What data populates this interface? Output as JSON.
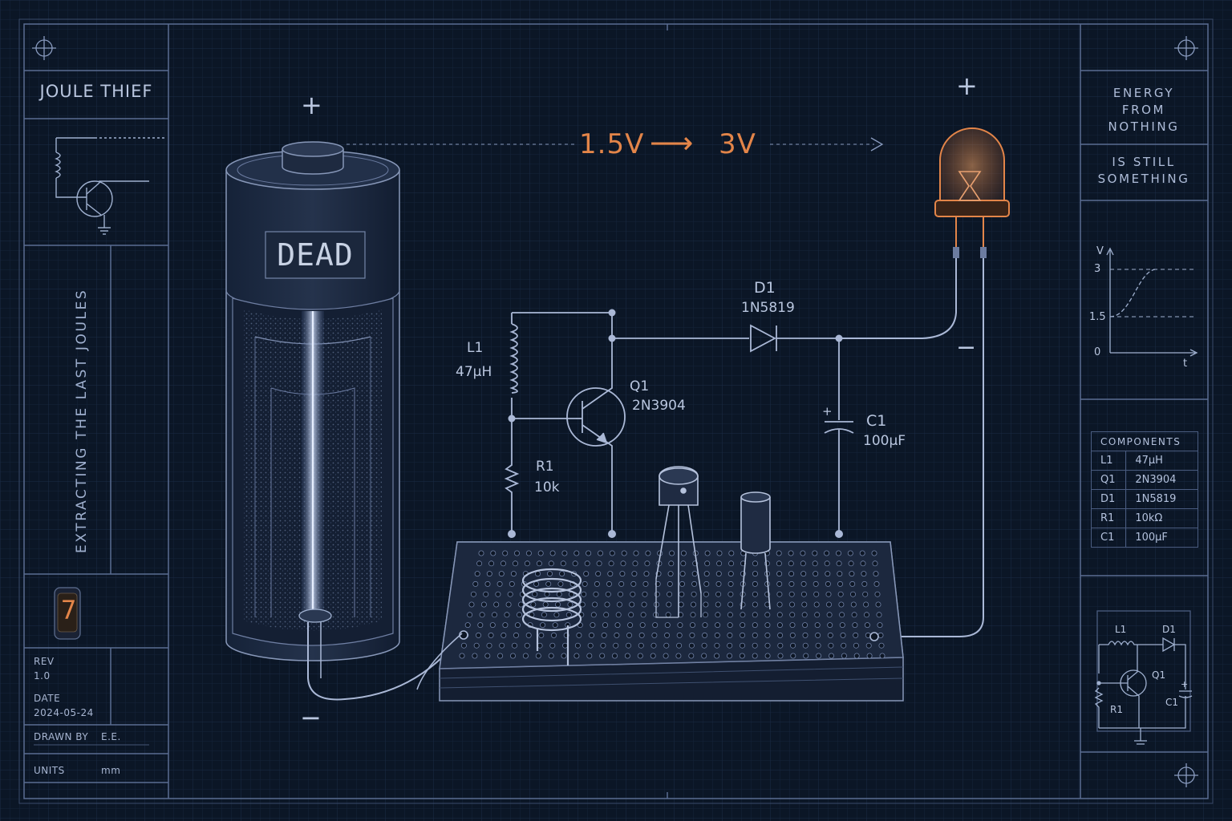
{
  "title_block": {
    "title": "JOULE THIEF",
    "subtitle_vertical": "EXTRACTING THE LAST JOULES",
    "rev_label": "REV",
    "rev_value": "1.0",
    "date_label": "DATE",
    "date_value": "2024-05-24",
    "drawn_by_label": "DRAWN BY",
    "drawn_by_value": "E.E.",
    "units_label": "UNITS",
    "units_value": "mm",
    "nixie_digit": "7"
  },
  "right_panel": {
    "tagline_1": "ENERGY\nFROM\nNOTHING",
    "tagline_2": "IS STILL\nSOMETHING",
    "graph": {
      "y_axis_label": "V",
      "x_axis_label": "t",
      "y_ticks": [
        "3",
        "1.5",
        "0"
      ]
    },
    "components_header": "COMPONENTS",
    "components": [
      {
        "ref": "L1",
        "value": "47µH"
      },
      {
        "ref": "Q1",
        "value": "2N3904"
      },
      {
        "ref": "D1",
        "value": "1N5819"
      },
      {
        "ref": "R1",
        "value": "10kΩ"
      },
      {
        "ref": "C1",
        "value": "100µF"
      }
    ],
    "mini_schematic": {
      "l1": "L1",
      "d1": "D1",
      "q1": "Q1",
      "r1": "R1",
      "c1": "C1",
      "plus": "+"
    }
  },
  "battery": {
    "label": "DEAD",
    "plus": "+",
    "minus": "−"
  },
  "voltage": {
    "from": "1.5V",
    "arrow": "⟶",
    "to": "3V"
  },
  "led": {
    "plus": "+",
    "minus": "−"
  },
  "schematic": {
    "l1_ref": "L1",
    "l1_value": "47µH",
    "q1_ref": "Q1",
    "q1_value": "2N3904",
    "d1_ref": "D1",
    "d1_value": "1N5819",
    "r1_ref": "R1",
    "r1_value": "10k",
    "c1_ref": "C1",
    "c1_value": "100µF",
    "c1_plus": "+"
  },
  "colors": {
    "background": "#0b1626",
    "line": "#aab8d6",
    "accent_orange": "#e38549",
    "frame": "#5a6d92"
  }
}
